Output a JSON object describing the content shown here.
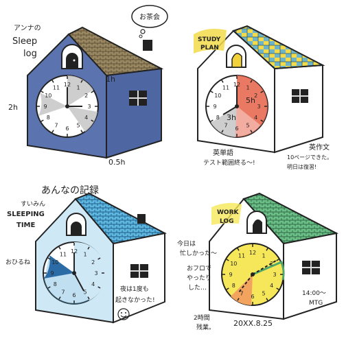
{
  "colors": {
    "ink": "#222222",
    "blue_house": "#5b74b0",
    "blue_roof": "#8a7b5c",
    "study_red": "#e86a52",
    "study_roof_teal": "#6fb3c9",
    "study_roof_yellow": "#f2da4a",
    "sleep_blue": "#4aa7d6",
    "sleep_light": "#cfe8f6",
    "sleep_navy": "#1d4e8c",
    "work_yellow": "#f6e75a",
    "work_orange": "#f2a35e",
    "work_green": "#4fa86a",
    "gray_wedge": "#c9c9c9",
    "bird_yellow": "#f2d23a"
  },
  "house1": {
    "title": "アンナの Sleep log",
    "bubble": "お茶会",
    "label_1h": "1h",
    "label_2h": "2h",
    "label_05h": "0.5h"
  },
  "house2": {
    "title": "STUDY PLAN",
    "label_5h": "5h",
    "label_3h": "3h",
    "note_left": "英単語 テスト範囲終る〜!",
    "note_right": "英作文 10ページ できた。明日は復習!"
  },
  "house3": {
    "header": "あんなの記録",
    "title_line1": "すいみん",
    "title_line2": "SLEEPING",
    "title_line3": "TIME",
    "label_nap": "おひるね",
    "note": "夜は1度も 起きなかった!"
  },
  "house4": {
    "title": "WORK LOG",
    "note_left": "今日は 忙しかった〜 おフロで やったり した…",
    "note_right": "14:00〜 MTG",
    "note_bottom": "2時間 残業。",
    "date": "20XX.8.25"
  },
  "clock_numbers": [
    "12",
    "1",
    "2",
    "3",
    "4",
    "5",
    "6",
    "7",
    "8",
    "9",
    "10",
    "11"
  ]
}
